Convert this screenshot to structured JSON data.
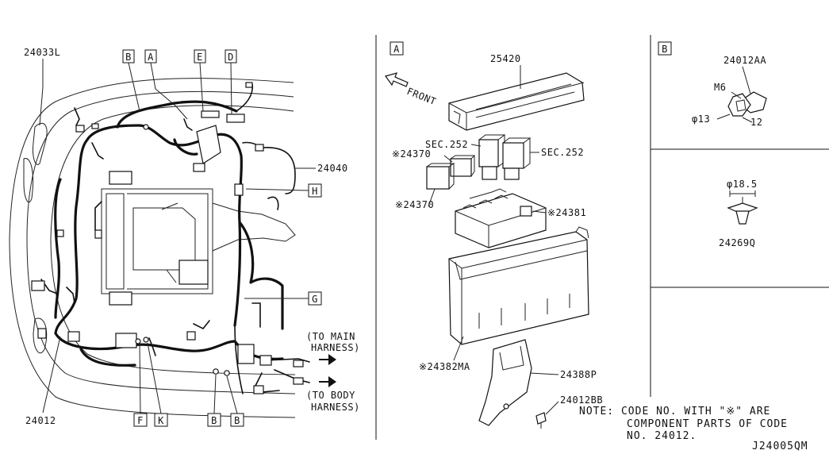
{
  "diagram_code": "J24005QM",
  "main_view": {
    "part_labels": {
      "p24033L": "24033L",
      "p24040": "24040",
      "p24012": "24012"
    },
    "callouts": {
      "A": "A",
      "B": "B",
      "E": "E",
      "D": "D",
      "H": "H",
      "G": "G",
      "F": "F",
      "K": "K",
      "B2": "B",
      "B3": "B"
    },
    "to_main_1": "(TO MAIN",
    "to_main_2": "HARNESS)",
    "to_body_1": "(TO BODY",
    "to_body_2": "HARNESS)"
  },
  "detail_a": {
    "tag": "A",
    "front": "FRONT",
    "p25420": "25420",
    "sec252_left": "SEC.252",
    "sec252_right": "SEC.252",
    "p24370_a": "※24370",
    "p24370_b": "※24370",
    "p24381": "※24381",
    "p24382MA": "※24382MA",
    "p24388P": "24388P",
    "p24012BB": "24012BB"
  },
  "detail_b": {
    "tag": "B",
    "p24012AA": "24012AA",
    "m6": "M6",
    "dia13": "φ13",
    "len12": "12"
  },
  "detail_c": {
    "dia185": "φ18.5",
    "p24269Q": "24269Q"
  },
  "note": {
    "line1": "NOTE: CODE NO. WITH \"※\" ARE",
    "line2": "COMPONENT PARTS OF CODE",
    "line3": "NO. 24012."
  }
}
